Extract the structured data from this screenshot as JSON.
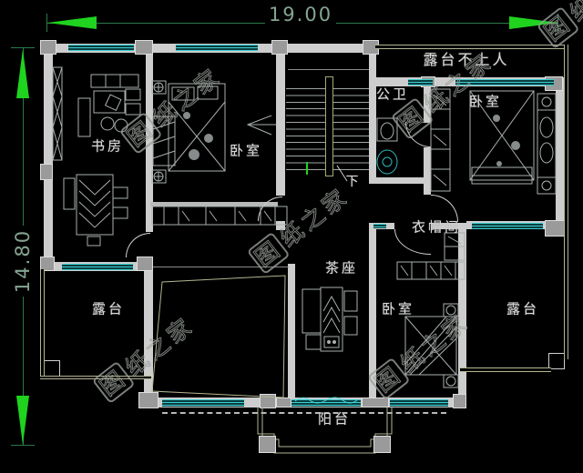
{
  "dimensions": {
    "width": "19.00",
    "height": "14.80"
  },
  "rooms": [
    {
      "id": "study",
      "label": "书房"
    },
    {
      "id": "bedroom-top-middle",
      "label": "卧室"
    },
    {
      "id": "bedroom-top-right",
      "label": "卧室"
    },
    {
      "id": "bathroom",
      "label": "公卫"
    },
    {
      "id": "roof-terrace",
      "label": "露台不上人"
    },
    {
      "id": "closet",
      "label": "衣帽间"
    },
    {
      "id": "tea-area",
      "label": "茶座"
    },
    {
      "id": "bedroom-bottom",
      "label": "卧室"
    },
    {
      "id": "terrace-bottom-left",
      "label": "露台"
    },
    {
      "id": "terrace-bottom-right",
      "label": "露台"
    },
    {
      "id": "balcony",
      "label": "阳台"
    }
  ],
  "stairs": {
    "down_label": "下"
  },
  "watermark": {
    "first": "图",
    "rest": "纸之家"
  },
  "colors": {
    "background": "#000000",
    "wall": "#cdcdcd",
    "column": "#9a9a9a",
    "window": "#3bcdd1",
    "parapet": "#b5b593",
    "dimension_line": "#2c7a4c",
    "dimension_text": "#84a591",
    "dimension_arrow": "#1fd31f",
    "label_text": "#d9d9d9",
    "watermark": "#989e98"
  }
}
